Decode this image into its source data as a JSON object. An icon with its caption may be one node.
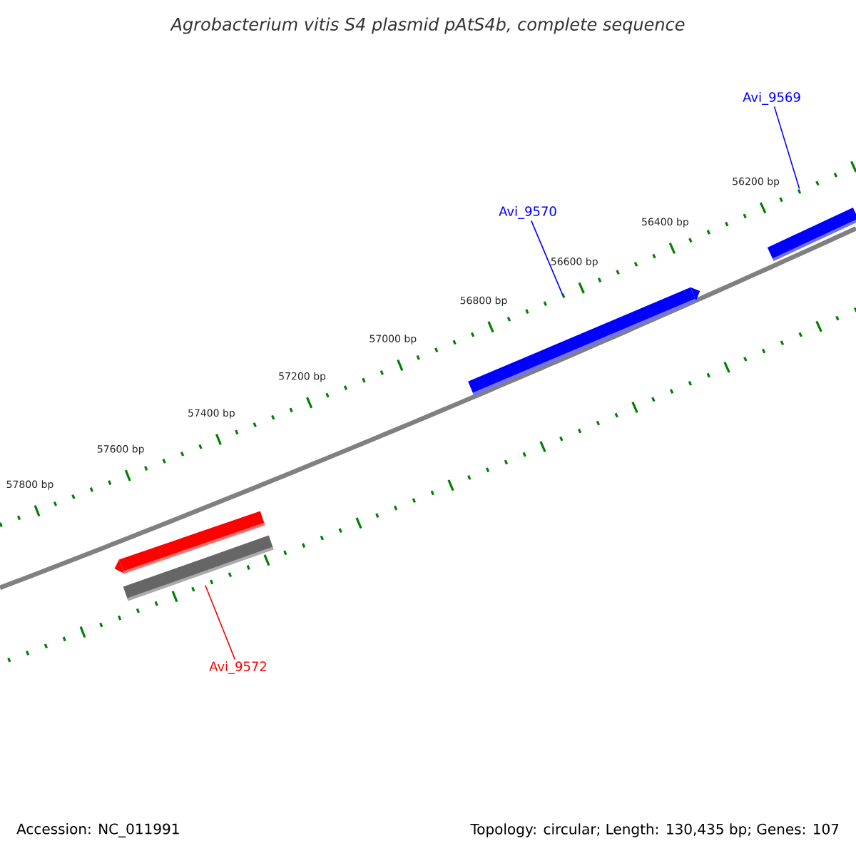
{
  "diagram": {
    "title": "Agrobacterium vitis S4 plasmid pAtS4b, complete sequence",
    "nodes": [
      {
        "text": [
          "Avi_9569"
        ]
      },
      {
        "text": [],
        "shape": "bar"
      },
      {
        "text": [
          "Avi_9570"
        ]
      },
      {
        "text": [],
        "shape": "bar"
      },
      {
        "text": [],
        "shape": "bar"
      },
      {
        "text": [],
        "shape": "bar"
      },
      {
        "text": [
          "Avi_9572"
        ]
      }
    ],
    "edges": [
      {
        "from": 0,
        "to": 1,
        "arrow": "none",
        "color": "#0000ff"
      },
      {
        "from": 2,
        "to": 3,
        "arrow": "none",
        "color": "#0000ff"
      },
      {
        "from": 6,
        "to": 5,
        "arrow": "none",
        "color": "#ff0000"
      }
    ],
    "labels": [
      "56200 bp",
      "56400 bp",
      "56600 bp",
      "56800 bp",
      "57000 bp",
      "57200 bp",
      "57400 bp",
      "57600 bp",
      "57800 bp",
      "Accession: NC_011991",
      "Topology: circular; Length: 130,435 bp; Genes: 107"
    ]
  }
}
